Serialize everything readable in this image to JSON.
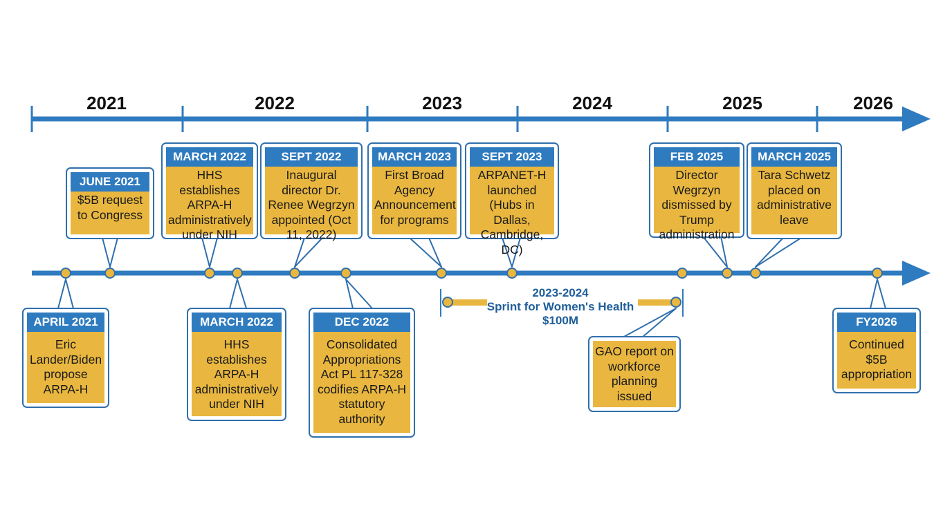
{
  "colors": {
    "axis": "#2f7bbf",
    "header": "#2f7bbf",
    "body": "#e9b73f",
    "dot": "#e9b73f"
  },
  "years": [
    "2021",
    "2022",
    "2023",
    "2024",
    "2025",
    "2026"
  ],
  "events": {
    "june_2021": {
      "header": "JUNE 2021",
      "body": "$5B request to Congress"
    },
    "march_2022_top": {
      "header": "MARCH 2022",
      "body": "HHS establishes ARPA-H administratively under NIH"
    },
    "sept_2022": {
      "header": "SEPT 2022",
      "body": "Inaugural director Dr. Renee Wegrzyn appointed (Oct 11, 2022)"
    },
    "march_2023": {
      "header": "MARCH 2023",
      "body": "First Broad Agency Announcement for programs"
    },
    "sept_2023": {
      "header": "SEPT 2023",
      "body": "ARPANET-H launched (Hubs in Dallas, Cambridge, DC)"
    },
    "feb_2025": {
      "header": "FEB 2025",
      "body": "Director Wegrzyn dismissed by Trump administration"
    },
    "march_2025": {
      "header": "MARCH 2025",
      "body": "Tara Schwetz placed on administrative leave"
    },
    "april_2021": {
      "header": "APRIL 2021",
      "body": "Eric Lander/Biden propose ARPA-H"
    },
    "march_2022_bottom": {
      "header": "MARCH 2022",
      "body": "HHS establishes ARPA-H administratively under NIH"
    },
    "dec_2022": {
      "header": "DEC 2022",
      "body": "Consolidated Appropriations Act PL 117-328 codifies ARPA-H statutory authority"
    },
    "gao": {
      "body": "GAO report on workforce planning issued"
    },
    "fy2026": {
      "header": "FY2026",
      "body": "Continued $5B appropriation"
    }
  },
  "sprint": {
    "years": "2023-2024",
    "title": "Sprint for Women's Health",
    "amount": "$100M"
  }
}
